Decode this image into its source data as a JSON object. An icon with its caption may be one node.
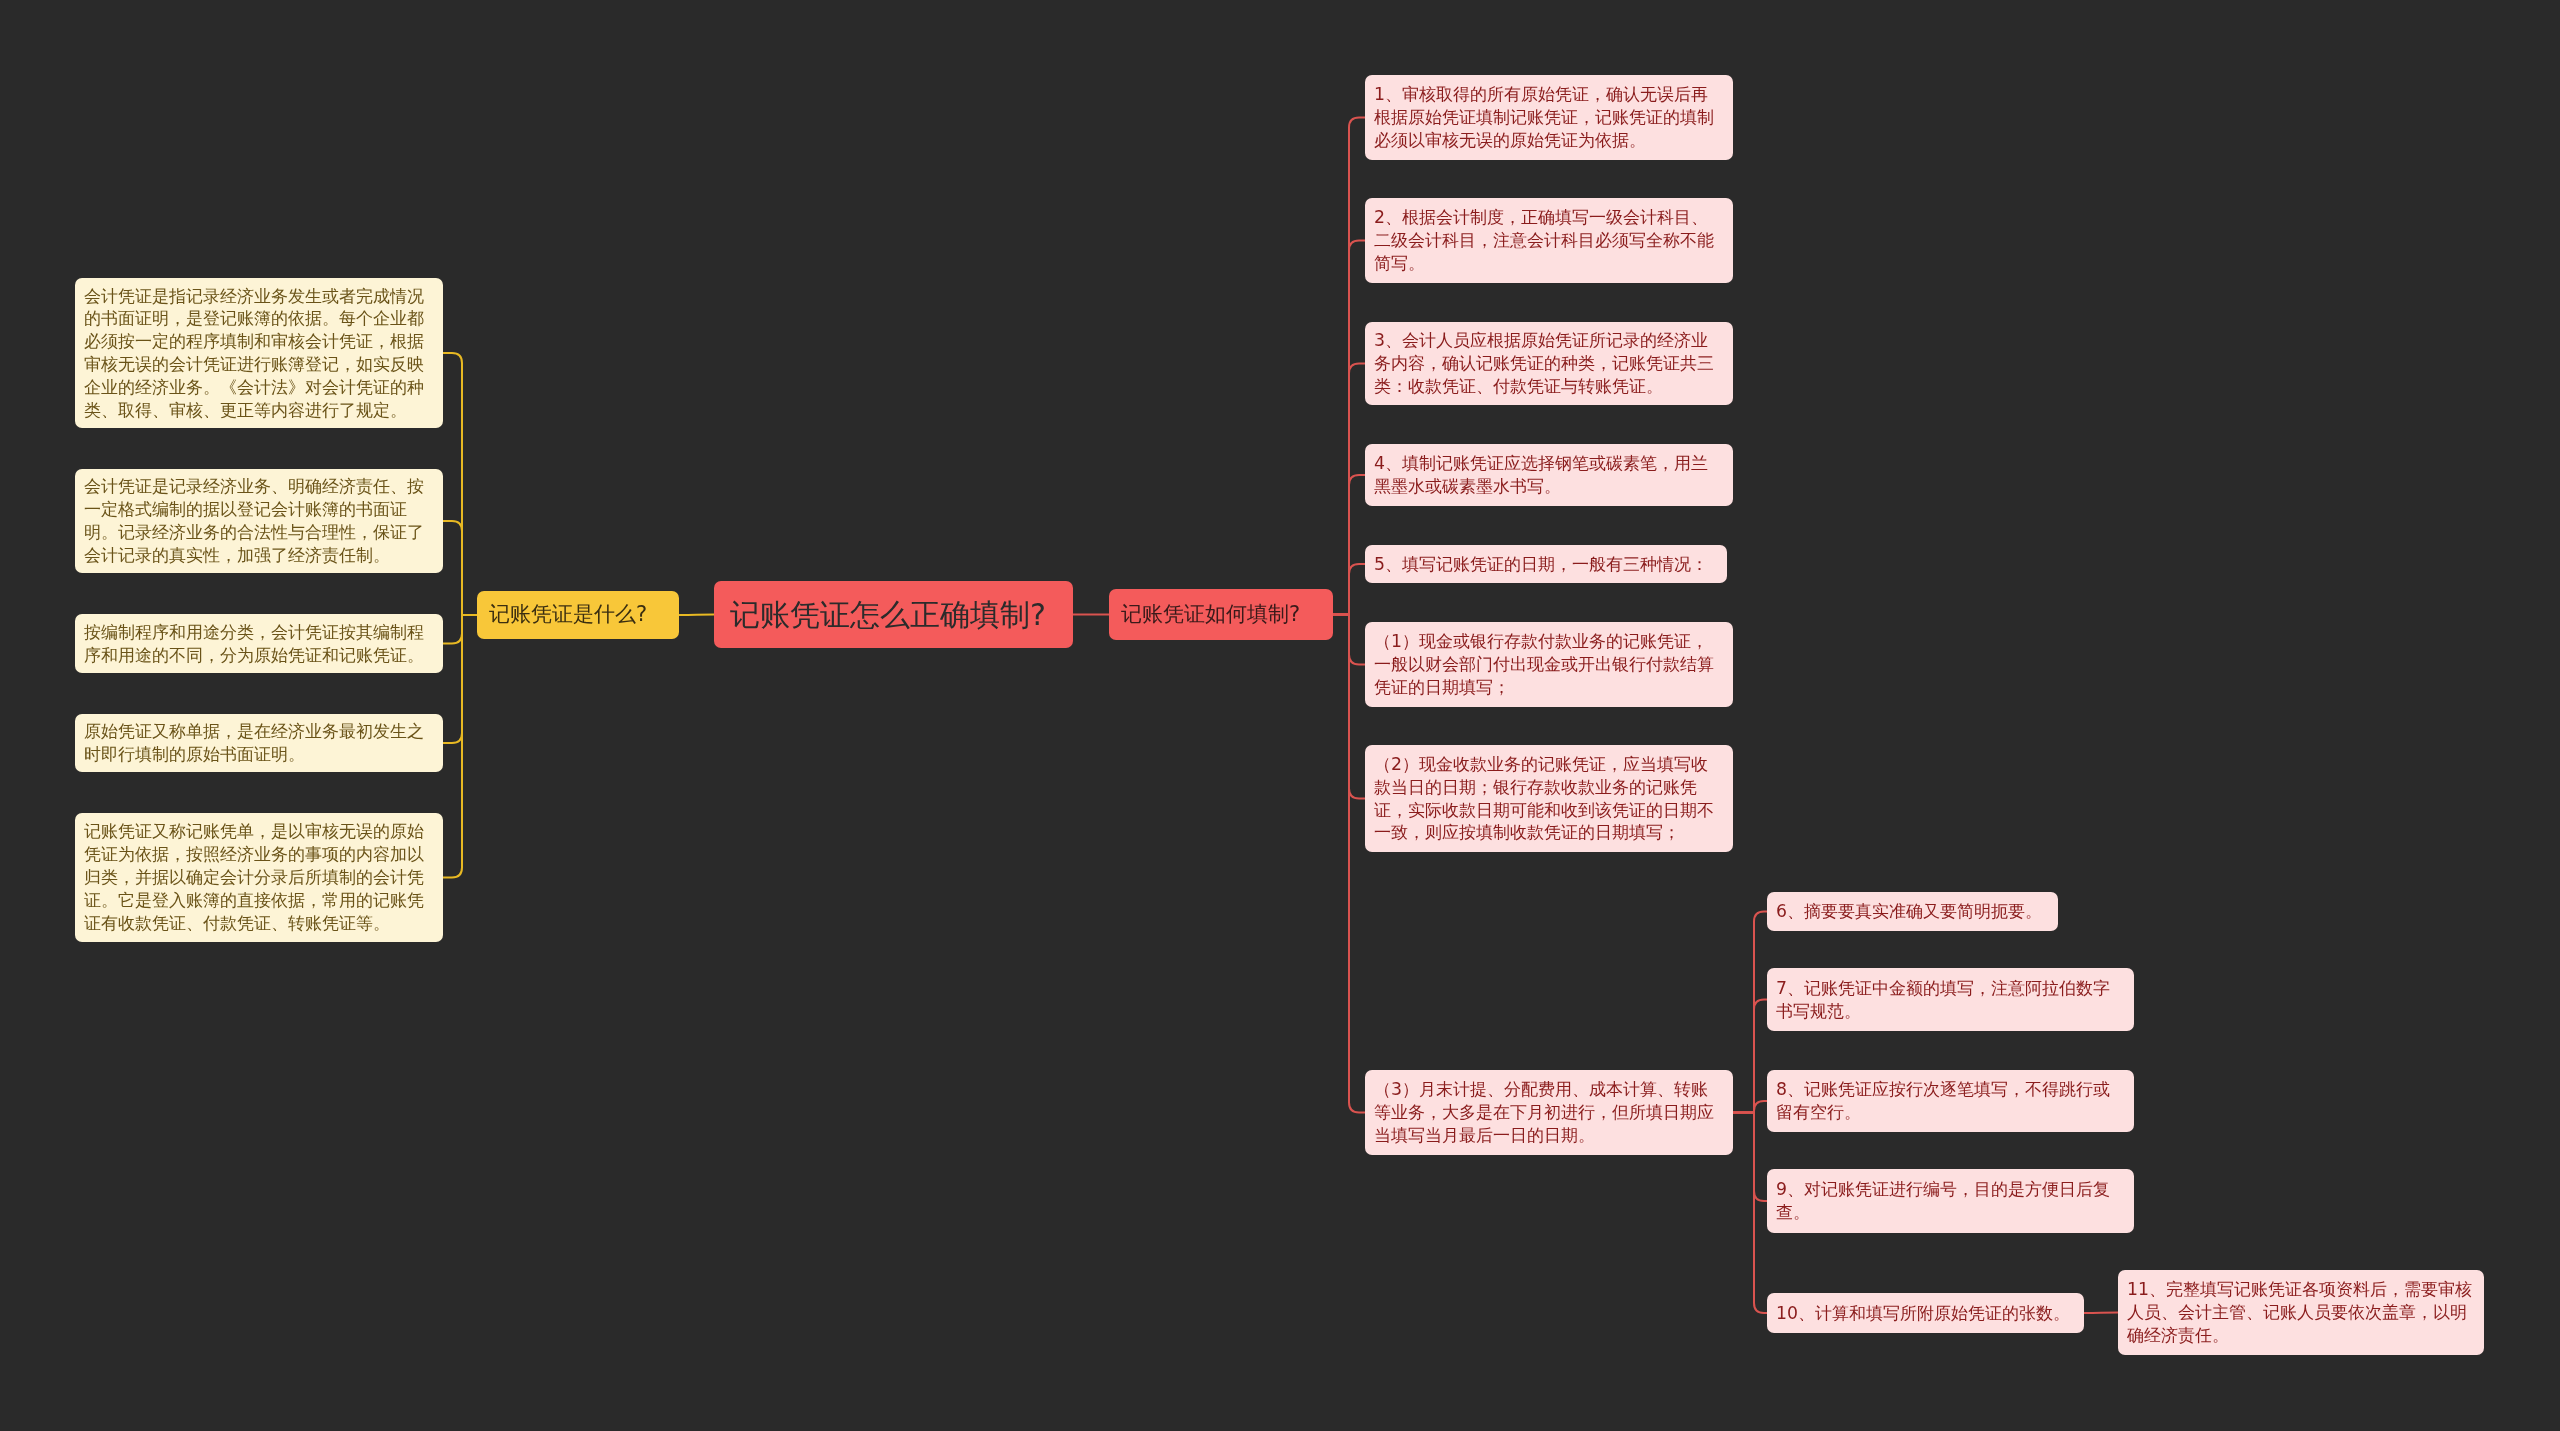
{
  "diagram": {
    "nodes": [
      {
        "text": [
          "记账凭证怎么正确填制?"
        ]
      },
      {
        "text": [
          "记账凭证是什么?"
        ]
      },
      {
        "text": [
          "会计凭证是指记录经济业务发生或者完成情况的书面证明，是登记账簿的依据。每个企业都必须按一定的程序填制和审核会计凭证，根据审核无误的会计凭证进行账簿登记，如实反映企业的经济业务。《会计法》对会计凭证的种类、取得、审核、更正等内容进行了规定。"
        ]
      },
      {
        "text": [
          "会计凭证是记录经济业务、明确经济责任、按一定格式编制的据以登记会计账簿的书面证明。记录经济业务的合法性与合理性，保证了会计记录的真实性，加强了经济责任制。"
        ]
      },
      {
        "text": [
          "按编制程序和用途分类，会计凭证按其编制程序和用途的不同，分为原始凭证和记账凭证。"
        ]
      },
      {
        "text": [
          "原始凭证又称单据，是在经济业务最初发生之时即行填制的原始书面证明。"
        ]
      },
      {
        "text": [
          "记账凭证又称记账凭单，是以审核无误的原始凭证为依据，按照经济业务的事项的内容加以归类，并据以确定会计分录后所填制的会计凭证。它是登入账簿的直接依据，常用的记账凭证有收款凭证、付款凭证、转账凭证等。"
        ]
      },
      {
        "text": [
          "记账凭证如何填制?"
        ]
      },
      {
        "text": [
          "1、审核取得的所有原始凭证，确认无误后再根据原始凭证填制记账凭证，记账凭证的填制必须以审核无误的原始凭证为依据。"
        ]
      },
      {
        "text": [
          "2、根据会计制度，正确填写一级会计科目、二级会计科目，注意会计科目必须写全称不能简写。"
        ]
      },
      {
        "text": [
          "3、会计人员应根据原始凭证所记录的经济业务内容，确认记账凭证的种类，记账凭证共三类：收款凭证、付款凭证与转账凭证。"
        ]
      },
      {
        "text": [
          "4、填制记账凭证应选择钢笔或碳素笔，用兰黑墨水或碳素墨水书写。"
        ]
      },
      {
        "text": [
          "5、填写记账凭证的日期，一般有三种情况："
        ]
      },
      {
        "text": [
          "（1）现金或银行存款付款业务的记账凭证，一般以财会部门付出现金或开出银行付款结算凭证的日期填写；"
        ]
      },
      {
        "text": [
          "（2）现金收款业务的记账凭证，应当填写收款当日的日期；银行存款收款业务的记账凭证，实际收款日期可能和收到该凭证的日期不一致，则应按填制收款凭证的日期填写；"
        ]
      },
      {
        "text": [
          "（3）月末计提、分配费用、成本计算、转账等业务，大多是在下月初进行，但所填日期应当填写当月最后一日的日期。"
        ]
      },
      {
        "text": [
          "6、摘要要真实准确又要简明扼要。"
        ]
      },
      {
        "text": [
          "7、记账凭证中金额的填写，注意阿拉伯数字书写规范。"
        ]
      },
      {
        "text": [
          "8、记账凭证应按行次逐笔填写，不得跳行或留有空行。"
        ]
      },
      {
        "text": [
          "9、对记账凭证进行编号，目的是方便日后复查。"
        ]
      },
      {
        "text": [
          "10、计算和填写所附原始凭证的张数。"
        ]
      },
      {
        "text": [
          "11、完整填写记账凭证各项资料后，需要审核人员、会计主管、记账人员要依次盖章，以明确经济责任。"
        ]
      }
    ],
    "edges": [
      {
        "from": 0,
        "to": 1,
        "arrow": "none",
        "color": "#e8b923"
      },
      {
        "from": 0,
        "to": 7,
        "arrow": "none"
      },
      {
        "from": 1,
        "to": 2,
        "arrow": "none",
        "color": "#e8b923"
      },
      {
        "from": 1,
        "to": 3,
        "arrow": "none",
        "color": "#e8b923"
      },
      {
        "from": 1,
        "to": 4,
        "arrow": "none",
        "color": "#e8b923"
      },
      {
        "from": 1,
        "to": 5,
        "arrow": "none",
        "color": "#e8b923"
      },
      {
        "from": 1,
        "to": 6,
        "arrow": "none",
        "color": "#e8b923"
      },
      {
        "from": 7,
        "to": 8,
        "arrow": "none"
      },
      {
        "from": 7,
        "to": 9,
        "arrow": "none"
      },
      {
        "from": 7,
        "to": 10,
        "arrow": "none"
      },
      {
        "from": 7,
        "to": 11,
        "arrow": "none"
      },
      {
        "from": 7,
        "to": 12,
        "arrow": "none"
      },
      {
        "from": 7,
        "to": 13,
        "arrow": "none"
      },
      {
        "from": 7,
        "to": 14,
        "arrow": "none"
      },
      {
        "from": 7,
        "to": 15,
        "arrow": "none"
      },
      {
        "from": 15,
        "to": 16,
        "arrow": "none"
      },
      {
        "from": 15,
        "to": 17,
        "arrow": "none"
      },
      {
        "from": 15,
        "to": 18,
        "arrow": "none"
      },
      {
        "from": 15,
        "to": 19,
        "arrow": "none"
      },
      {
        "from": 15,
        "to": 20,
        "arrow": "none"
      },
      {
        "from": 20,
        "to": 21,
        "arrow": "none"
      }
    ]
  }
}
